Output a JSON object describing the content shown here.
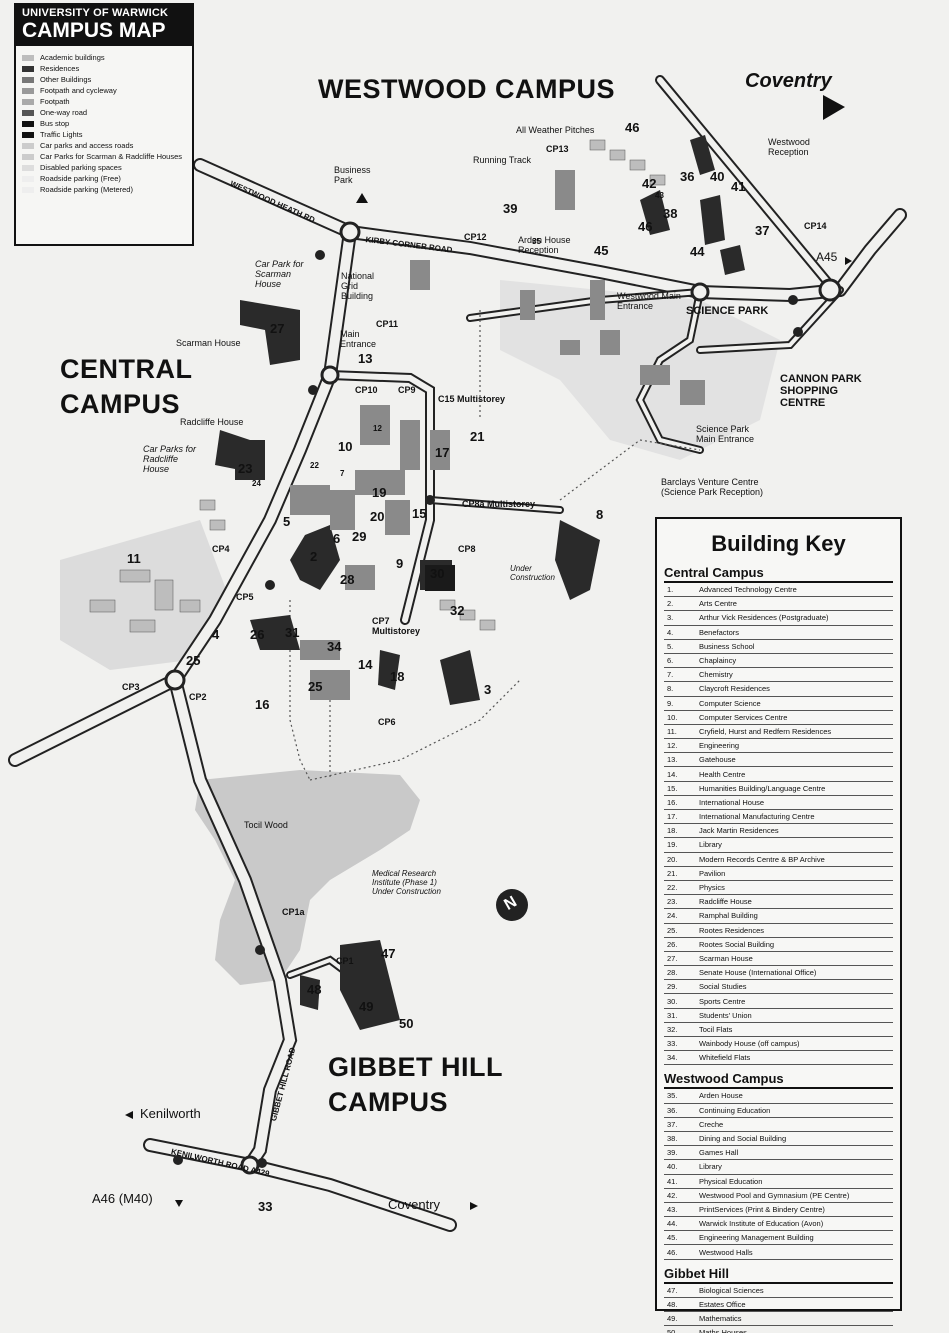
{
  "legend": {
    "university": "UNIVERSITY OF WARWICK",
    "title": "CAMPUS MAP",
    "items": [
      {
        "label": "Academic buildings",
        "swatch": "#bdbdbd"
      },
      {
        "label": "Residences",
        "swatch": "#333333"
      },
      {
        "label": "Other Buildings",
        "swatch": "#777777"
      },
      {
        "label": "Footpath and cycleway",
        "swatch": "#999999"
      },
      {
        "label": "Footpath",
        "swatch": "#aaaaaa"
      },
      {
        "label": "One-way road",
        "swatch": "#555555"
      },
      {
        "label": "Bus stop",
        "swatch": "#111111"
      },
      {
        "label": "Traffic Lights",
        "swatch": "#111111"
      },
      {
        "label": "Car parks and access roads",
        "swatch": "#cccccc"
      },
      {
        "label": "Car Parks for Scarman & Radcliffe Houses",
        "swatch": "#cccccc"
      },
      {
        "label": "Disabled parking spaces",
        "swatch": "#dddddd"
      },
      {
        "label": "Roadside parking (Free)",
        "swatch": "#eeeeee"
      },
      {
        "label": "Roadside parking (Metered)",
        "swatch": "#eeeeee"
      }
    ]
  },
  "campuses": {
    "westwood": "WESTWOOD CAMPUS",
    "central_line1": "CENTRAL",
    "central_line2": "CAMPUS",
    "gibbet_line1": "GIBBET HILL",
    "gibbet_line2": "CAMPUS"
  },
  "destinations": {
    "coventry_top": "Coventry",
    "coventry_bottom": "Coventry",
    "kenilworth": "Kenilworth",
    "a46": "A46 (M40)",
    "a45": "A45"
  },
  "roads": {
    "westwood_heath": "WESTWOOD HEATH RD",
    "kirby_corner": "KIRBY CORNER ROAD",
    "gibbet_hill": "GIBBET HILL ROAD",
    "kenilworth_road": "KENILWORTH ROAD A429"
  },
  "places": {
    "business_park": "Business Park",
    "all_weather": "All Weather Pitches",
    "running_track": "Running Track",
    "cp13": "CP13",
    "arden_house_reception": "Arden House Reception",
    "westwood_reception": "Westwood Reception",
    "cp14": "CP14",
    "cp12": "CP12",
    "science_park": "SCIENCE PARK",
    "westwood_main_entrance": "Westwood Main Entrance",
    "cannon_park": "CANNON PARK SHOPPING CENTRE",
    "science_park_main_entrance": "Science Park Main Entrance",
    "barclays": "Barclays Venture Centre (Science Park Reception)",
    "car_park_scarman": "Car Park for Scarman House",
    "national_grid": "National Grid Building",
    "scarman_house": "Scarman House",
    "cp11": "CP11",
    "main_entrance": "Main Entrance",
    "cp10": "CP10",
    "cp9": "CP9",
    "c15": "C15 Multistorey",
    "radcliffe_house": "Radcliffe House",
    "car_parks_radcliffe": "Car Parks for Radcliffe House",
    "cp8a": "CP8a Multistorey",
    "cp8": "CP8",
    "under_construction": "Under Construction",
    "cp4": "CP4",
    "cp5": "CP5",
    "cp7": "CP7 Multistorey",
    "cp3": "CP3",
    "cp2": "CP2",
    "cp6": "CP6",
    "tocil_wood": "Tocil Wood",
    "medical_research": "Medical Research Institute (Phase 1) Under Construction",
    "cp1a": "CP1a",
    "cp1": "CP1",
    "north": "N",
    "route_33": "33"
  },
  "building_numbers": [
    "46",
    "36",
    "40",
    "41",
    "42",
    "38",
    "37",
    "39",
    "46",
    "44",
    "45",
    "27",
    "13",
    "10",
    "17",
    "21",
    "23",
    "19",
    "20",
    "15",
    "29",
    "9",
    "5",
    "6",
    "2",
    "28",
    "30",
    "32",
    "26",
    "31",
    "34",
    "18",
    "14",
    "3",
    "4",
    "25",
    "25",
    "16",
    "11",
    "8",
    "47",
    "48",
    "49",
    "50",
    "12",
    "7",
    "22",
    "24",
    "35",
    "43"
  ],
  "key": {
    "title": "Building Key",
    "sections": [
      {
        "name": "Central Campus",
        "items": [
          {
            "n": "1.",
            "t": "Advanced Technology Centre"
          },
          {
            "n": "2.",
            "t": "Arts Centre"
          },
          {
            "n": "3.",
            "t": "Arthur Vick Residences (Postgraduate)"
          },
          {
            "n": "4.",
            "t": "Benefactors"
          },
          {
            "n": "5.",
            "t": "Business School"
          },
          {
            "n": "6.",
            "t": "Chaplaincy"
          },
          {
            "n": "7.",
            "t": "Chemistry"
          },
          {
            "n": "8.",
            "t": "Claycroft Residences"
          },
          {
            "n": "9.",
            "t": "Computer Science"
          },
          {
            "n": "10.",
            "t": "Computer Services Centre"
          },
          {
            "n": "11.",
            "t": "Cryfield, Hurst and Redfern Residences"
          },
          {
            "n": "12.",
            "t": "Engineering"
          },
          {
            "n": "13.",
            "t": "Gatehouse"
          },
          {
            "n": "14.",
            "t": "Health Centre"
          },
          {
            "n": "15.",
            "t": "Humanities Building/Language Centre"
          },
          {
            "n": "16.",
            "t": "International House"
          },
          {
            "n": "17.",
            "t": "International Manufacturing Centre"
          },
          {
            "n": "18.",
            "t": "Jack Martin Residences"
          },
          {
            "n": "19.",
            "t": "Library"
          },
          {
            "n": "20.",
            "t": "Modern Records Centre & BP Archive"
          },
          {
            "n": "21.",
            "t": "Pavilion"
          },
          {
            "n": "22.",
            "t": "Physics"
          },
          {
            "n": "23.",
            "t": "Radcliffe House"
          },
          {
            "n": "24.",
            "t": "Ramphal Building"
          },
          {
            "n": "25.",
            "t": "Rootes Residences"
          },
          {
            "n": "26.",
            "t": "Rootes Social Building"
          },
          {
            "n": "27.",
            "t": "Scarman House"
          },
          {
            "n": "28.",
            "t": "Senate House (International Office)"
          },
          {
            "n": "29.",
            "t": "Social Studies"
          },
          {
            "n": "30.",
            "t": "Sports Centre"
          },
          {
            "n": "31.",
            "t": "Students' Union"
          },
          {
            "n": "32.",
            "t": "Tocil Flats"
          },
          {
            "n": "33.",
            "t": "Wainbody House (off campus)"
          },
          {
            "n": "34.",
            "t": "Whitefield Flats"
          }
        ]
      },
      {
        "name": "Westwood Campus",
        "items": [
          {
            "n": "35.",
            "t": "Arden House"
          },
          {
            "n": "36.",
            "t": "Continuing Education"
          },
          {
            "n": "37.",
            "t": "Creche"
          },
          {
            "n": "38.",
            "t": "Dining and Social Building"
          },
          {
            "n": "39.",
            "t": "Games Hall"
          },
          {
            "n": "40.",
            "t": "Library"
          },
          {
            "n": "41.",
            "t": "Physical Education"
          },
          {
            "n": "42.",
            "t": "Westwood Pool and Gymnasium (PE Centre)"
          },
          {
            "n": "43.",
            "t": "PrintServices (Print & Bindery Centre)"
          },
          {
            "n": "44.",
            "t": "Warwick Institute of Education (Avon)"
          },
          {
            "n": "45.",
            "t": "Engineering Management Building"
          },
          {
            "n": "46.",
            "t": "Westwood Halls"
          }
        ]
      },
      {
        "name": "Gibbet Hill",
        "items": [
          {
            "n": "47.",
            "t": "Biological Sciences"
          },
          {
            "n": "48.",
            "t": "Estates Office"
          },
          {
            "n": "49.",
            "t": "Mathematics"
          },
          {
            "n": "50.",
            "t": "Maths Houses"
          }
        ]
      }
    ]
  }
}
